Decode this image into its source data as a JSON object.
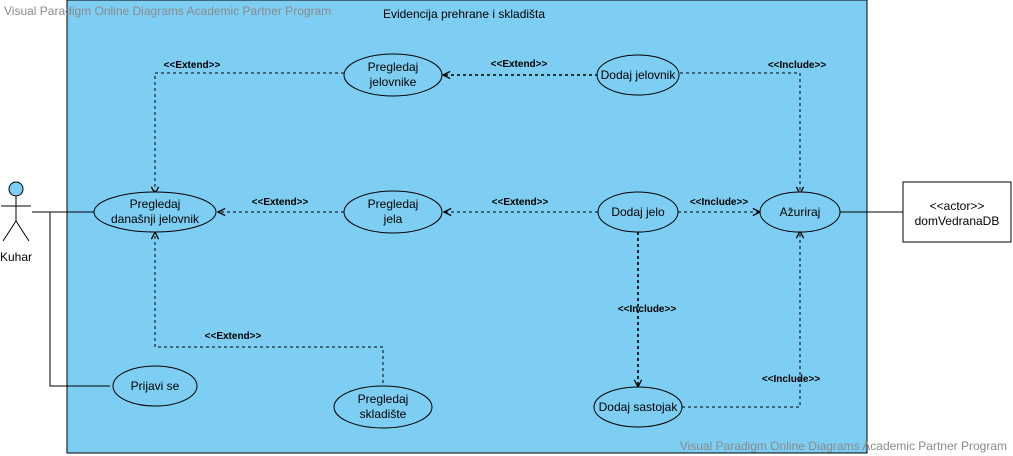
{
  "watermark": {
    "top": "Visual Paradigm Online Diagrams Academic Partner Program",
    "bottom": "Visual Paradigm Online Diagrams Academic Partner Program"
  },
  "system": {
    "title": "Evidencija prehrane i skladišta"
  },
  "actors": {
    "kuhar": "Kuhar",
    "db_stereotype": "<<actor>>",
    "db_name": "domVedranaDB"
  },
  "use_cases": {
    "pregledaj_jelovnike": [
      "Pregledaj",
      "jelovnike"
    ],
    "dodaj_jelovnik": [
      "Dodaj jelovnik"
    ],
    "pregledaj_danasnji": [
      "Pregledaj",
      "današnji jelovnik"
    ],
    "pregledaj_jela": [
      "Pregledaj",
      "jela"
    ],
    "dodaj_jelo": [
      "Dodaj jelo"
    ],
    "azuriraj": [
      "Ažuriraj"
    ],
    "prijavi_se": [
      "Prijavi se"
    ],
    "pregledaj_skladiste": [
      "Pregledaj",
      "skladište"
    ],
    "dodaj_sastojak": [
      "Dodaj sastojak"
    ]
  },
  "relations": {
    "extend": "<<Extend>>",
    "include": "<<Include>>"
  },
  "colors": {
    "system_fill": "#7ecef4",
    "usecase_fill": "#7ecef4",
    "actor_fill": "#7ecef4",
    "stroke": "#000000",
    "watermark": "#8a8a8a"
  }
}
